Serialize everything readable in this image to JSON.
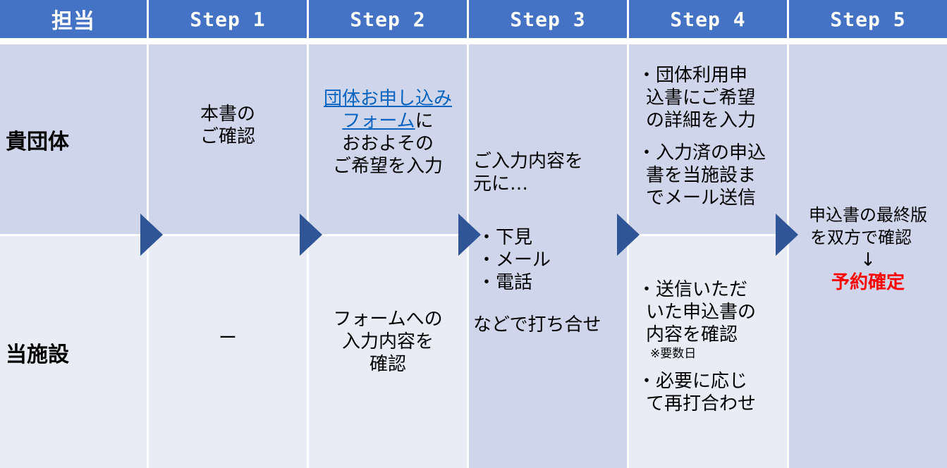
{
  "header": {
    "col0": "担当",
    "steps": [
      "Step 1",
      "Step 2",
      "Step 3",
      "Step 4",
      "Step 5"
    ]
  },
  "rows": {
    "group_label": "貴団体",
    "facility_label": "当施設"
  },
  "step1": {
    "group": [
      "本書の",
      "ご確認"
    ],
    "facility": "ー"
  },
  "step2": {
    "group_link_line1": "団体お申し込み",
    "group_link_line2": "フォーム",
    "group_line2_suffix": "に",
    "group_line3": "おおよその",
    "group_line4": "ご希望を入力",
    "facility": [
      "フォームへの",
      "入力内容を",
      "確認"
    ]
  },
  "step3": {
    "intro": [
      "ご入力内容を",
      "元に…"
    ],
    "bullets": [
      "・下見",
      "・メール",
      "・電話"
    ],
    "outro": "などで打ち合せ"
  },
  "step4": {
    "group_bullets": [
      [
        "・団体利用申",
        "込書にご希望",
        "の詳細を入力"
      ],
      [
        "・入力済の申込",
        "書を当施設ま",
        "でメール送信"
      ]
    ],
    "facility_bullet1": [
      "・送信いただ",
      "いた申込書の",
      "内容を確認"
    ],
    "facility_note": "※要数日",
    "facility_bullet2": [
      "・必要に応じ",
      "て再打合わせ"
    ]
  },
  "step5": {
    "lines": [
      "申込書の最終版",
      "を双方で確認"
    ],
    "arrow": "↓",
    "result": "予約確定"
  },
  "colors": {
    "header_bg": "#4472c4",
    "cell_dark": "#cfd5ea",
    "cell_light": "#e9ebf5",
    "arrow": "#2f5597",
    "link": "#0563c1",
    "confirm": "#ff0000"
  }
}
